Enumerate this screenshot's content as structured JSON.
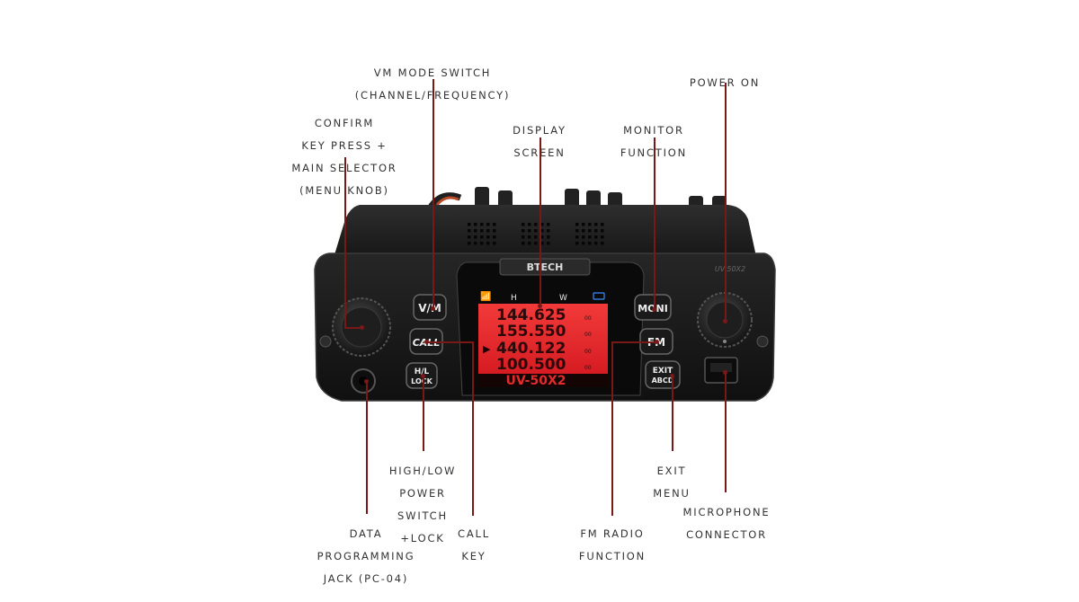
{
  "labels": {
    "vm_mode": [
      "VM MODE SWITCH",
      "(CHANNEL/FREQUENCY)"
    ],
    "power_on": [
      "POWER ON"
    ],
    "confirm": [
      "CONFIRM",
      "KEY PRESS +",
      "MAIN SELECTOR",
      "(MENU KNOB)"
    ],
    "display": [
      "DISPLAY",
      "SCREEN"
    ],
    "monitor": [
      "MONITOR",
      "FUNCTION"
    ],
    "high_low": [
      "HIGH/LOW",
      "POWER",
      "SWITCH",
      "+LOCK"
    ],
    "exit_menu": [
      "EXIT",
      "MENU"
    ],
    "microphone": [
      "MICROPHONE",
      "CONNECTOR"
    ],
    "data_jack": [
      "DATA",
      "PROGRAMMING",
      "JACK (PC-04)"
    ],
    "call_key": [
      "CALL",
      "KEY"
    ],
    "fm_radio": [
      "FM RADIO",
      "FUNCTION"
    ]
  },
  "radio": {
    "brand": "BTECH",
    "side_model": "UV-50X2",
    "model": "UV-50X2",
    "buttons": {
      "vm": "V/M",
      "call": "CALL",
      "hl_top": "H/L",
      "hl_bottom": "LOCK",
      "moni": "MONI",
      "fm": "FM",
      "exit_top": "EXIT",
      "exit_bottom": "ABCD"
    },
    "status_bar": {
      "h": "H",
      "w": "W"
    },
    "frequencies": [
      "144.625",
      "155.550",
      "440.122",
      "100.500"
    ],
    "freq_suffix": "00",
    "selected_row": 2,
    "colors": {
      "screen": "#e8202a",
      "body": "#1c1c1c",
      "lines": "#7a1818"
    }
  }
}
